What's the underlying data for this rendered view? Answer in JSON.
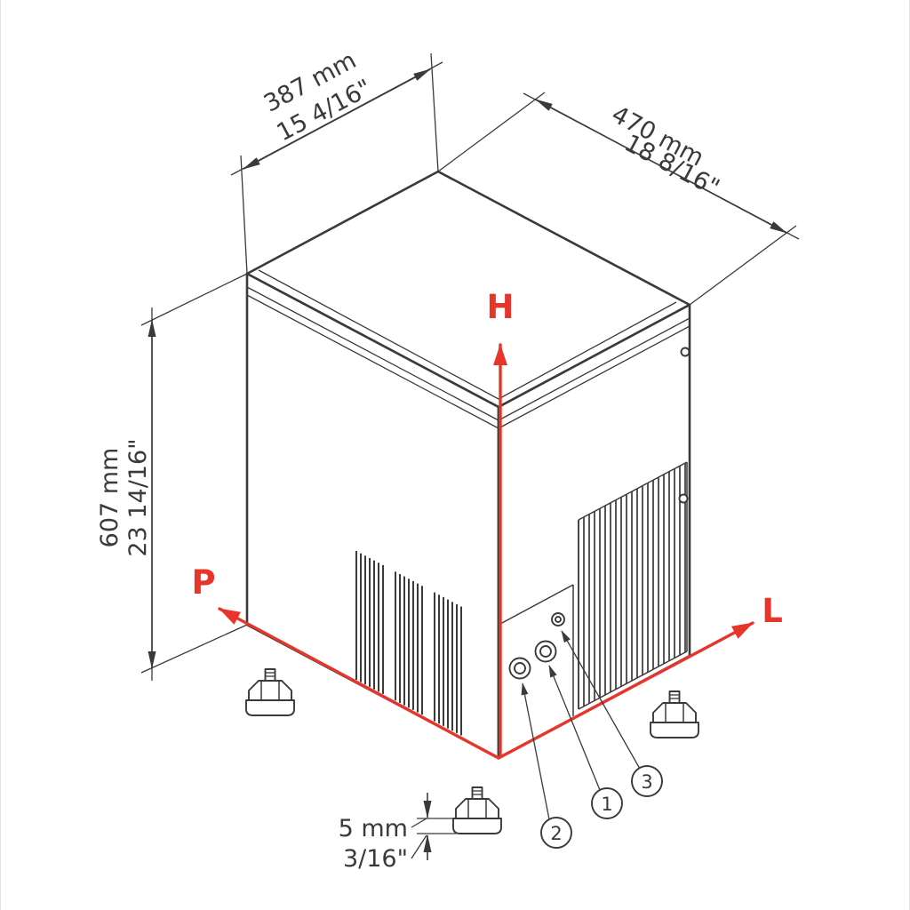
{
  "colors": {
    "accent_red": "#e8352b",
    "line_dark": "#3a3a3a"
  },
  "dimensions": {
    "width": {
      "mm": "387 mm",
      "inch": "15 4/16\""
    },
    "depth": {
      "mm": "470 mm",
      "inch": "18 8/16\""
    },
    "height": {
      "mm": "607 mm",
      "inch": "23 14/16\""
    },
    "foot_clearance": {
      "mm": "5 mm",
      "inch": "3/16\""
    }
  },
  "axes": {
    "h": "H",
    "p": "P",
    "l": "L"
  },
  "callouts": {
    "c1": "1",
    "c2": "2",
    "c3": "3"
  }
}
